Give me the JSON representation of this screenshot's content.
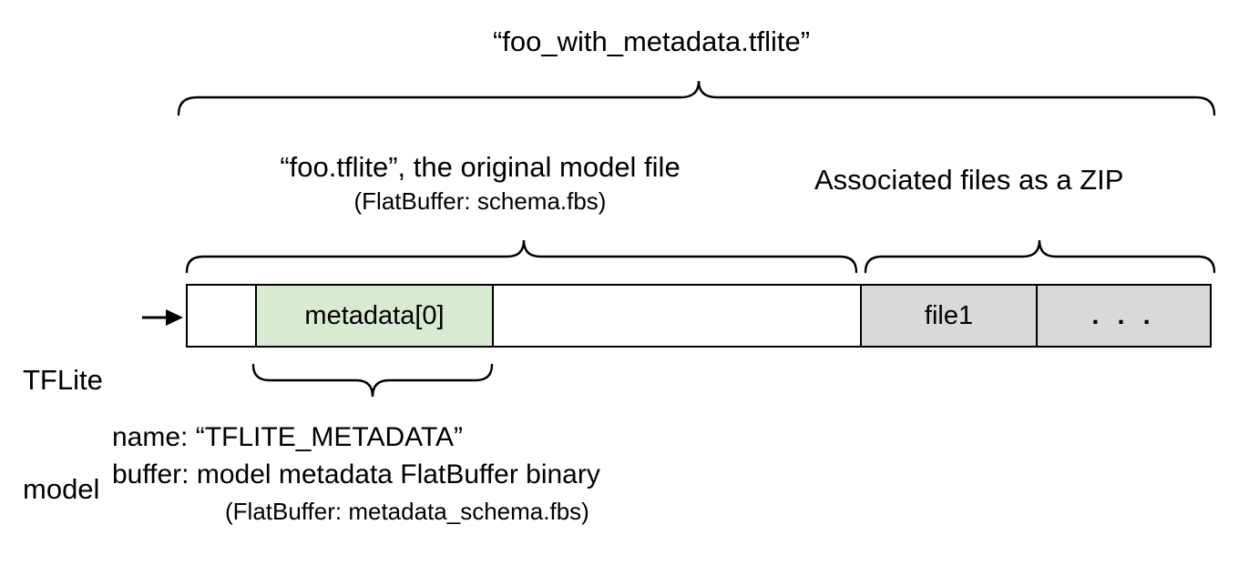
{
  "diagram": {
    "title": "“foo_with_metadata.tflite”",
    "model_file": {
      "title": "“foo.tflite”, the original model file",
      "subtitle": "(FlatBuffer: schema.fbs)"
    },
    "associated_files": {
      "title": "Associated files as a ZIP"
    },
    "pointer_label": {
      "line1": "TFLite",
      "line2": "model"
    },
    "bar": {
      "segments": [
        {
          "id": "model-header",
          "label": "",
          "fill": "#ffffff"
        },
        {
          "id": "metadata-0",
          "label": "metadata[0]",
          "fill": "#d9ead3"
        },
        {
          "id": "model-body",
          "label": "",
          "fill": "#ffffff"
        },
        {
          "id": "file1",
          "label": "file1",
          "fill": "#d9d9d9"
        },
        {
          "id": "more-files",
          "label": ". . .",
          "fill": "#d9d9d9"
        }
      ]
    },
    "metadata_note": {
      "line1": "name: “TFLITE_METADATA”",
      "line2": "buffer: model metadata FlatBuffer binary",
      "line3": "(FlatBuffer: metadata_schema.fbs)"
    },
    "colors": {
      "stroke": "#000000",
      "metadata_fill": "#d9ead3",
      "file_fill": "#d9d9d9",
      "background": "#ffffff"
    }
  }
}
